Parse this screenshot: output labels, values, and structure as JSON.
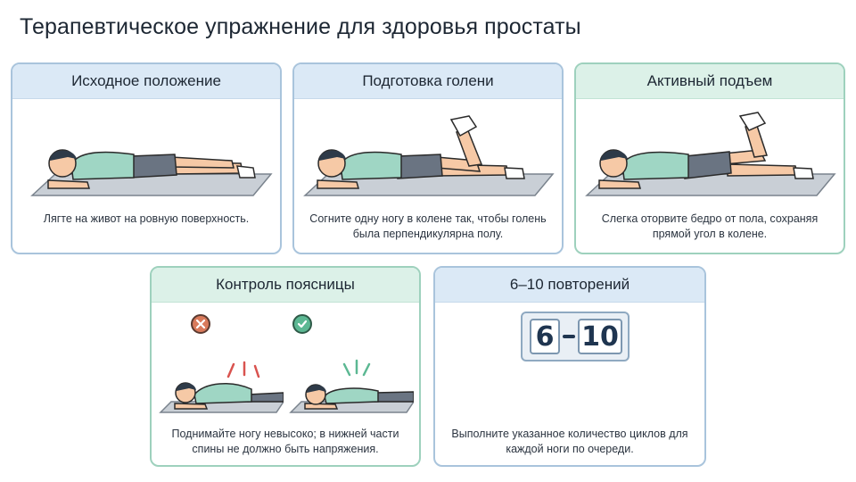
{
  "title": "Терапевтическое упражнение для здоровья простаты",
  "cards": [
    {
      "title": "Исходное положение",
      "caption": "Лягте на живот на ровную поверхность."
    },
    {
      "title": "Подготовка голени",
      "caption": "Согните одну ногу в колене так, чтобы голень была перпендикулярна полу."
    },
    {
      "title": "Активный подъем",
      "caption": "Слегка оторвите бедро от пола, сохраняя прямой угол в колене."
    },
    {
      "title": "Контроль поясницы",
      "caption": "Поднимайте ногу невысоко; в нижней части спины не должно быть напряжения."
    },
    {
      "title": "6–10 повторений",
      "caption": "Выполните указанное количество циклов для каждой ноги по очереди."
    }
  ],
  "counter": {
    "from": "6",
    "to": "10"
  },
  "icons": {
    "wrong": "x-circle-icon",
    "right": "check-circle-icon"
  },
  "colors": {
    "header_blue": "#dbe9f6",
    "header_green": "#dcf1e8",
    "shirt": "#9fd6c4",
    "shorts": "#6a7482",
    "skin": "#f6c9a6",
    "mat": "#c9cfd6",
    "wrong": "#d97a5b",
    "right": "#5cb893"
  }
}
